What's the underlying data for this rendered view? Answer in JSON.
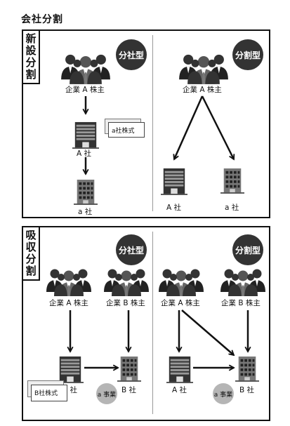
{
  "page_title": "会社分割",
  "top_panel": {
    "tag": [
      "新",
      "設",
      "分",
      "割"
    ],
    "left": {
      "badge": "分社型",
      "shareholders": "企業 A 株主",
      "company_a": "A 社",
      "shares_card": "a社株式",
      "company_new": "a 社"
    },
    "right": {
      "badge": "分割型",
      "shareholders": "企業 A 株主",
      "company_a": "A 社",
      "company_new": "a 社"
    }
  },
  "bottom_panel": {
    "tag": [
      "吸",
      "収",
      "分",
      "割"
    ],
    "left": {
      "badge": "分社型",
      "shareholders_a": "企業 A 株主",
      "shareholders_b": "企業 B 株主",
      "company_a": "A 社",
      "company_b": "B 社",
      "shares_card": "B社株式",
      "business": "a 事業"
    },
    "right": {
      "badge": "分割型",
      "shareholders_a": "企業 A 株主",
      "shareholders_b": "企業 B 株主",
      "company_a": "A 社",
      "company_b": "B 社",
      "business": "a 事業"
    }
  }
}
